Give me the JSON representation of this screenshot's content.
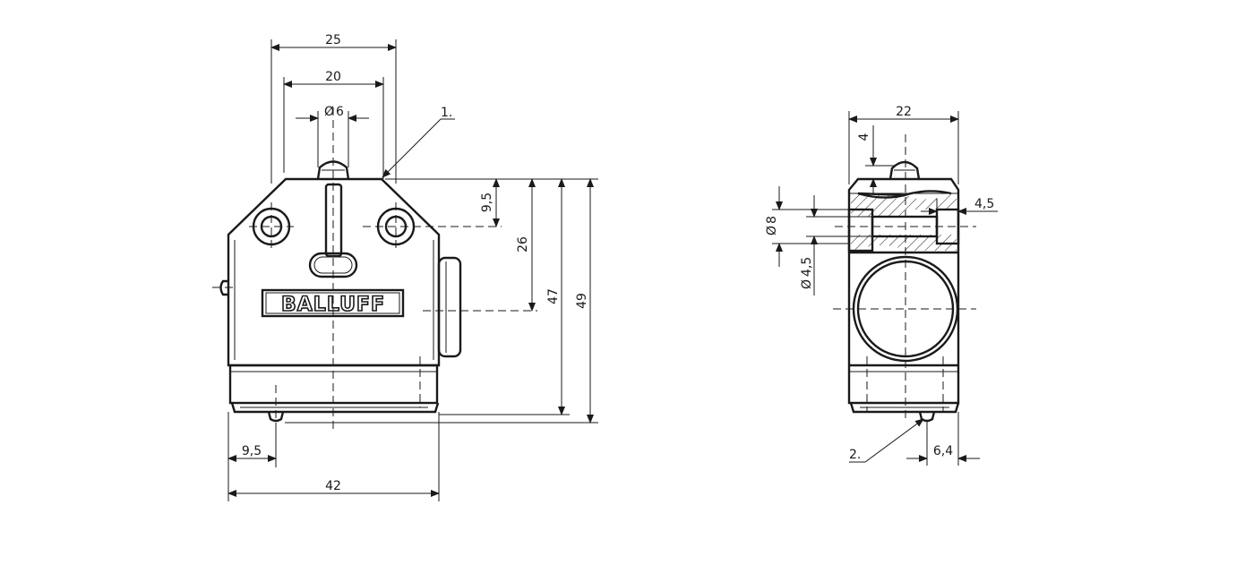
{
  "brand": "BALLUFF",
  "front_view": {
    "dimensions": {
      "width_top": "25",
      "plunger_span": "20",
      "plunger_diameter": "6",
      "top_to_holes": "9,5",
      "top_to_center": "26",
      "height_body": "47",
      "height_total": "49",
      "bottom_offset": "9,5",
      "width_total": "42"
    },
    "callout": "1."
  },
  "side_view": {
    "dimensions": {
      "width": "22",
      "plunger_height": "4",
      "counterbore_diameter": "8",
      "hole_diameter": "4,5",
      "hole_depth": "4,5",
      "bottom_offset": "6,4"
    },
    "callout": "2."
  },
  "symbols": {
    "diameter": "Ø"
  }
}
